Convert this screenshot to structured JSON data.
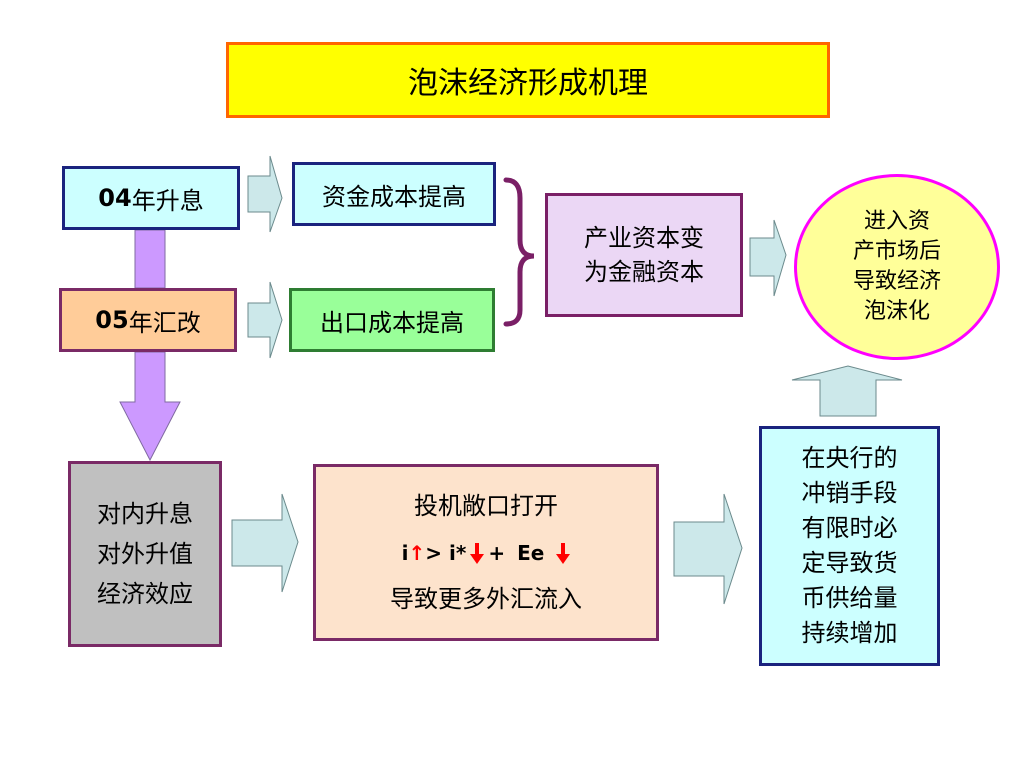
{
  "title": "泡沫经济形成机理",
  "box_04": {
    "num": "04",
    "text": "年升息"
  },
  "box_05": {
    "num": "05",
    "text": "年汇改"
  },
  "cost_capital": "资金成本提高",
  "cost_export": "出口成本提高",
  "industry": [
    "产业资本变",
    "为金融资本"
  ],
  "bubble": [
    "进入资",
    "产市场后",
    "导致经济",
    "泡沫化"
  ],
  "effect": [
    "对内升息",
    "对外升值",
    "经济效应"
  ],
  "speculation": {
    "line1": "投机敞口打开",
    "formula": {
      "a": "i",
      "a_arrow": "↑",
      "gt": "> i*",
      "plus": "+",
      "b": "Ee"
    },
    "line3": "导致更多外汇流入"
  },
  "central_bank": [
    "在央行的",
    "冲销手段",
    "有限时必",
    "定导致货",
    "币供给量",
    "持续增加"
  ],
  "colors": {
    "arrow_fill": "#cce8ea",
    "purple_arrow": "#cc99ff",
    "red_arrow": "#ff0000"
  }
}
